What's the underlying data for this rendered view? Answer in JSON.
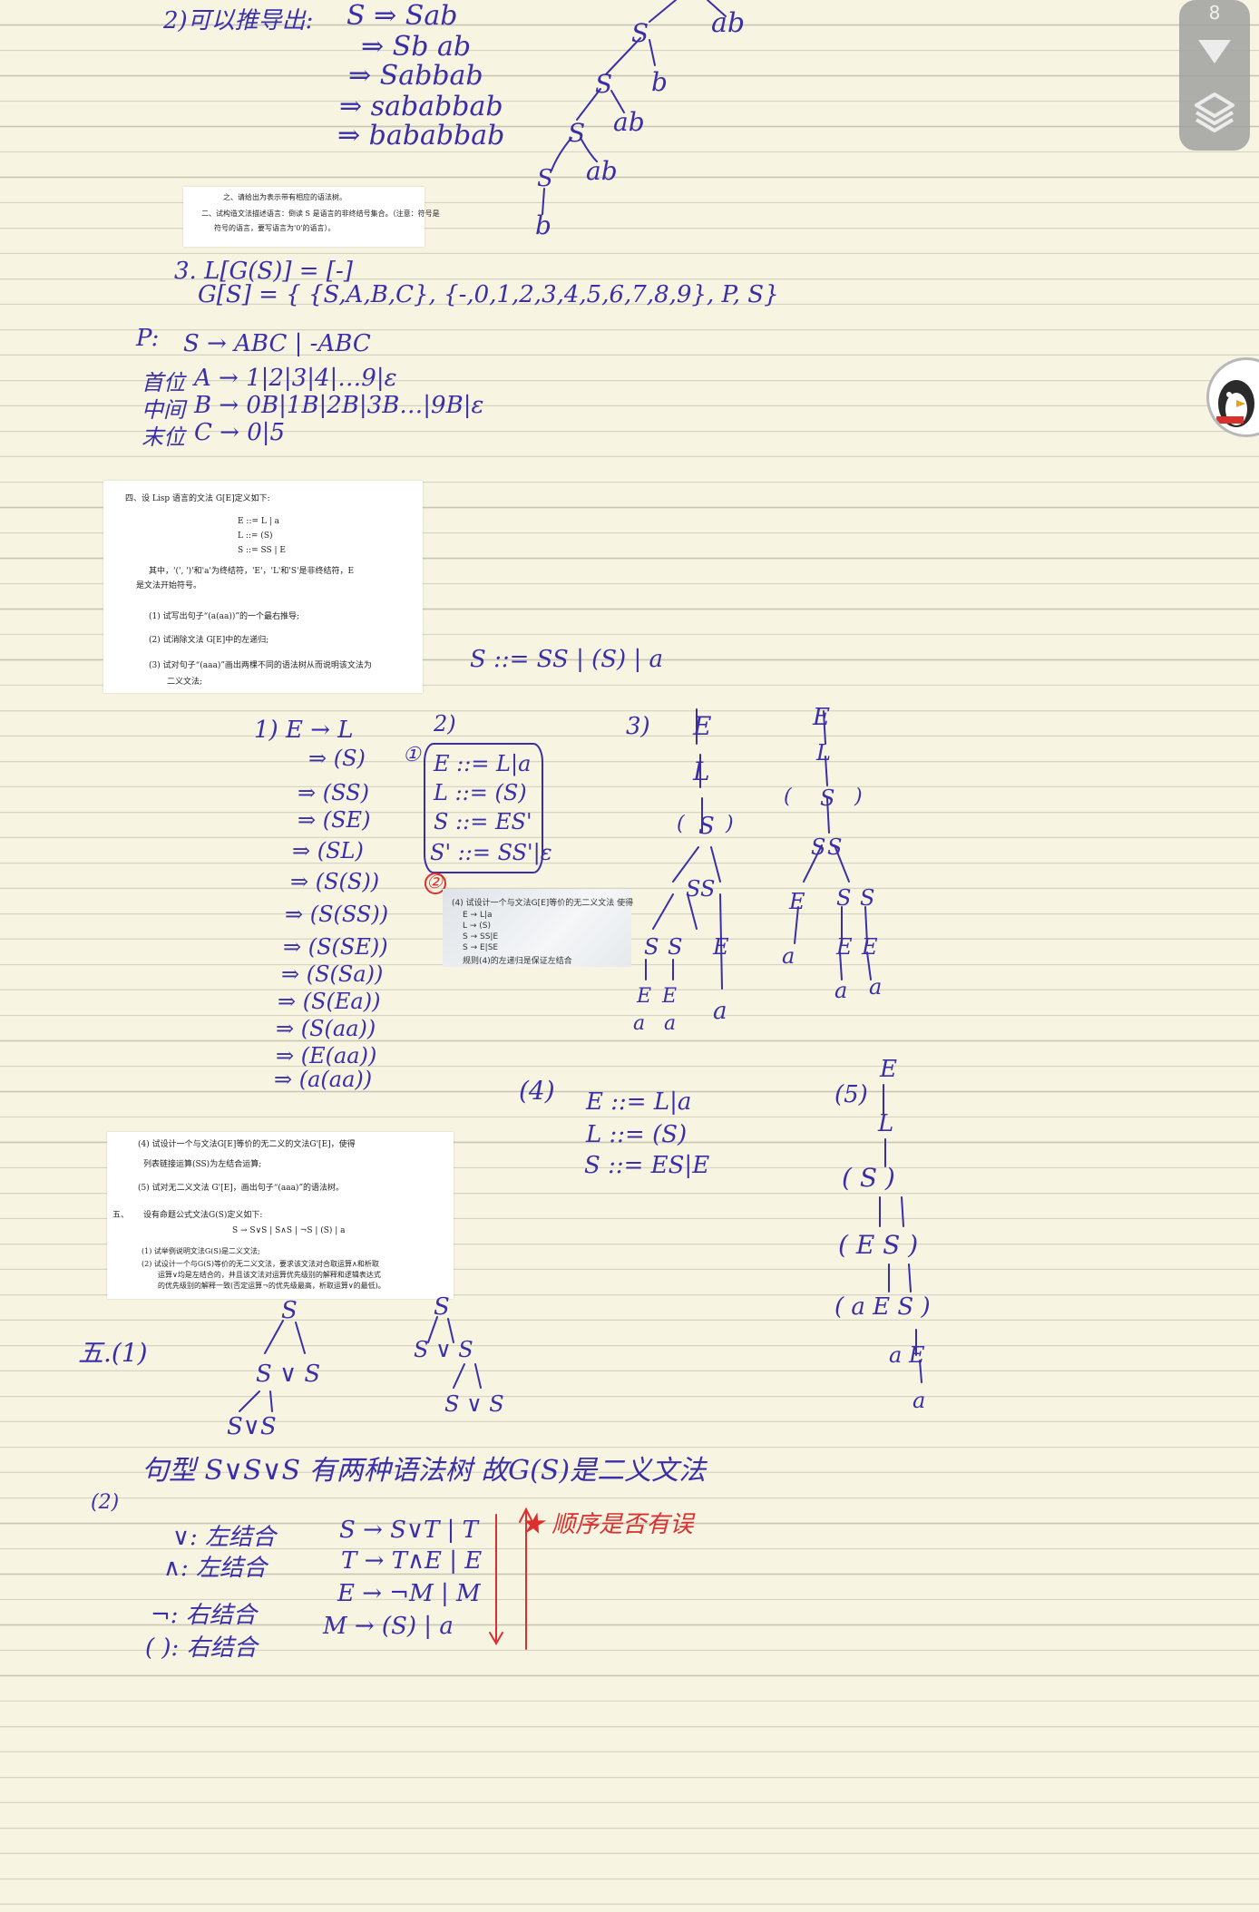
{
  "notes": {
    "top": {
      "l1_label": "2)可以推导出:",
      "l1_expr": "S ⇒ Sab",
      "l2": "⇒ Sb ab",
      "l3": "⇒ Sabbab",
      "l4": "⇒ sababbab",
      "l5": "⇒ bababbab",
      "tree_nodes": [
        "ab",
        "S",
        "b",
        "S",
        "ab",
        "S",
        "ab",
        "S",
        "b"
      ]
    },
    "clip1": {
      "l1": "之、请给出为表示带有相应的语法树。",
      "l2": "二、试构造文法描述语言：倒读 S 是语言的非终结号集合。（注意：符号是",
      "l3": "符号的语言，要写语言为'0'的语言）。"
    },
    "p3": {
      "l1": "3. L[G(S)] = [-]",
      "l2": "G[S] = { {S,A,B,C}, {-,0,1,2,3,4,5,6,7,8,9}, P, S}",
      "p_label": "P:",
      "p1": "S → ABC | -ABC",
      "p2": "A → 1|2|3|4|…9|ε",
      "p3": "B → 0B|1B|2B|3B…|9B|ε",
      "p4": "C → 0|5",
      "side_marks": [
        "首位",
        "中间",
        "末位"
      ]
    },
    "clip2": {
      "title": "四、设 Lisp 语言的文法 G[E]定义如下:",
      "g1": "E ::= L | a",
      "g2": "L ::= (S)",
      "g3": "S ::= SS | E",
      "note1": "其中，'(', ')'和'a'为终结符，'E'，'L'和'S'是非终结符，E",
      "note2": "是文法开始符号。",
      "q1": "(1) 试写出句子“(a(aa))”的一个最右推导;",
      "q2": "(2) 试消除文法 G[E]中的左递归;",
      "q3": "(3) 试对句子“(aaa)”画出两棵不同的语法树从而说明该文法为",
      "q3b": "二义文法;"
    },
    "side_formula": "S ::= SS | (S) | a",
    "q1": {
      "label": "1) E → L",
      "steps": [
        "⇒ (S)",
        "⇒ (SS)",
        "⇒ (SE)",
        "⇒ (SL)",
        "⇒ (S(S))",
        "⇒ (S(SS))",
        "⇒ (S(SE))",
        "⇒ (S(Sa))",
        "⇒ (S(Ea))",
        "⇒ (S(aa))",
        "⇒ (E(aa))",
        "⇒ (a(aa))"
      ]
    },
    "q2": {
      "label": "2)",
      "circle1": "①",
      "r1": "E ::= L|a",
      "r2": "L ::= (S)",
      "r3": "S ::= ES'",
      "r4": "S' ::= SS'|ε",
      "circle2": "②"
    },
    "photo": {
      "l1": "(4) 试设计一个与文法G[E]等价的无二义文法 使得",
      "l2": "E → L|a",
      "l3": "L → (S)",
      "l4": "S → SS|E",
      "l5": "S → E|SE",
      "l6": "规则(4)的左递归是保证左结合"
    },
    "q3": {
      "label": "3)",
      "tree1": [
        "E",
        "L",
        "(",
        "S",
        ")",
        "S",
        "S",
        "S",
        "S",
        "E",
        "E",
        "E",
        "a",
        "a",
        "a"
      ],
      "tree2": [
        "E",
        "L",
        "(",
        "S",
        ")",
        "S",
        "S",
        "E",
        "S",
        "S",
        "a",
        "E",
        "E",
        "a",
        "a"
      ]
    },
    "q4": {
      "label": "(4)",
      "r1": "E ::= L|a",
      "r2": "L ::= (S)",
      "r3": "S ::= ES|E"
    },
    "q5": {
      "label": "(5)",
      "tree": [
        "E",
        "L",
        "( S )",
        "( E S )",
        "( a E S )",
        "a E",
        "a"
      ]
    },
    "clip3": {
      "l1": "(4) 试设计一个与文法G[E]等价的无二义的文法G'[E]，使得",
      "l2": "列表链接运算(SS)为左结合运算;",
      "l3": "(5) 试对无二义文法 G'[E]，画出句子“(aaa)”的语法树。",
      "sec": "五、",
      "sec_title": "设有命题公式文法G(S)定义如下:",
      "formula": "S → S∨S | S∧S | ¬S | (S) | a",
      "i1": "(1) 试举例说明文法G(S)是二义文法;",
      "i2": "(2) 试设计一个与G(S)等价的无二义文法，要求该文法对合取运算∧和析取",
      "i3": "运算∨均是左结合的，并且该文法对运算优先级别的解释和逻辑表达式",
      "i4": "的优先级别的解释一致(否定运算¬的优先级最高，析取运算∨的最低)。"
    },
    "five": {
      "label": "五.(1)",
      "t1": [
        "S",
        "S ∨ S",
        "S∨S"
      ],
      "t2": [
        "S",
        "S ∨ S",
        "S ∨ S"
      ],
      "conclusion": "句型 S∨S∨S 有两种语法树 故G(S)是二义文法",
      "q2_label": "(2)",
      "assoc": [
        "∨: 左结合",
        "∧: 左结合",
        "¬: 右结合",
        "( ): 右结合"
      ],
      "prods": [
        "S → S∨T | T",
        "T → T∧E | E",
        "E → ¬M | M",
        "M → (S) | a"
      ],
      "red_note": "★ 顺序是否有误"
    }
  },
  "toolbar": {
    "page_number": "8"
  },
  "colors": {
    "ink": "#3a2fa8",
    "red": "#d93030",
    "paper": "#f7f5e1"
  }
}
